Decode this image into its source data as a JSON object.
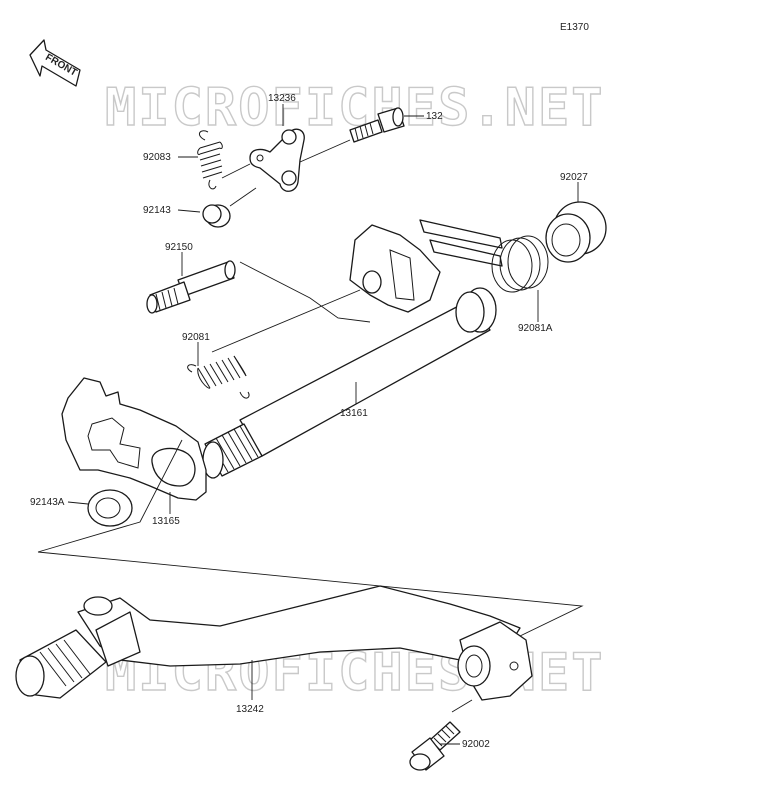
{
  "diagram": {
    "code": "E1370",
    "front_label": "FRONT",
    "watermark": "MICROFICHES.NET",
    "parts": [
      {
        "id": "13236",
        "label": "13236"
      },
      {
        "id": "132",
        "label": "132"
      },
      {
        "id": "92083",
        "label": "92083"
      },
      {
        "id": "92143",
        "label": "92143"
      },
      {
        "id": "92027",
        "label": "92027"
      },
      {
        "id": "92150",
        "label": "92150"
      },
      {
        "id": "92081A",
        "label": "92081A"
      },
      {
        "id": "92081",
        "label": "92081"
      },
      {
        "id": "13161",
        "label": "13161"
      },
      {
        "id": "92143A",
        "label": "92143A"
      },
      {
        "id": "13165",
        "label": "13165"
      },
      {
        "id": "13242",
        "label": "13242"
      },
      {
        "id": "92002",
        "label": "92002"
      }
    ]
  }
}
